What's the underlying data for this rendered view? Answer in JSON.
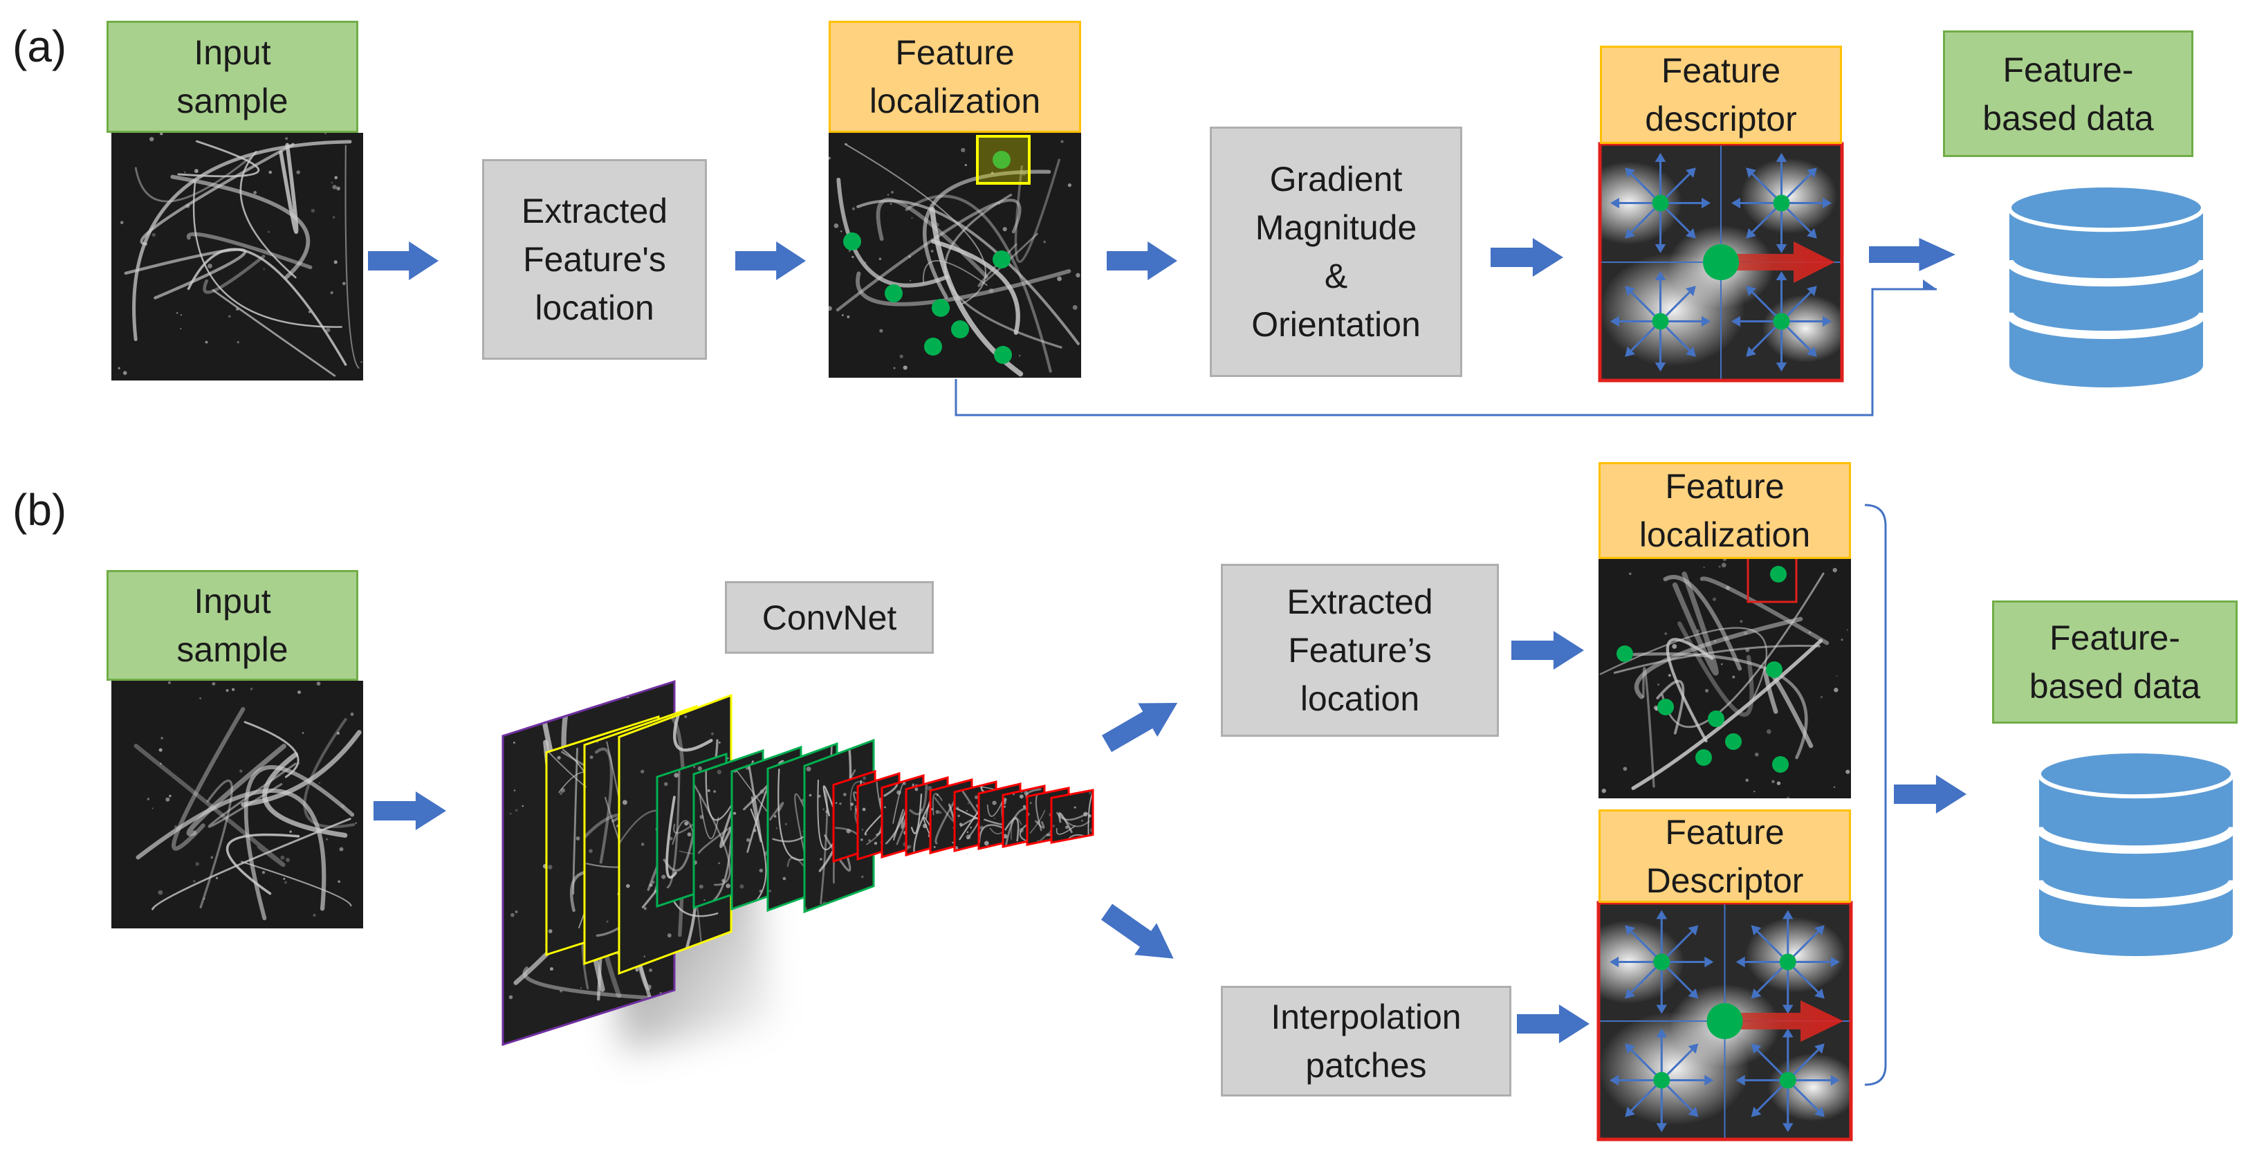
{
  "panels": {
    "a": "(a)",
    "b": "(b)"
  },
  "a": {
    "input": "Input\nsample",
    "extract": "Extracted\nFeature's\nlocation",
    "localization": "Feature\nlocalization",
    "gradient": "Gradient\nMagnitude\n&\nOrientation",
    "descriptor": "Feature\ndescriptor",
    "data": "Feature-\nbased data"
  },
  "b": {
    "input": "Input\nsample",
    "convnet": "ConvNet",
    "extract": "Extracted\nFeature’s\nlocation",
    "interp": "Interpolation\npatches",
    "localization": "Feature\nlocalization",
    "descriptor": "Feature\nDescriptor",
    "data": "Feature-\nbased data"
  },
  "colors": {
    "green_fill": "#a9d18e",
    "orange_fill": "#ffd27f",
    "gray_fill": "#d2d2d2",
    "arrow_blue": "#4472c4",
    "db_blue": "#5b9bd5",
    "keypoint_green": "#00b050",
    "descriptor_border": "#e0201c",
    "layer_purple": "#7030a0",
    "layer_yellow": "#ffff00",
    "layer_green": "#00b050",
    "layer_red": "#ff0000"
  },
  "icons": [
    "arrow-right-icon",
    "database-icon",
    "keypoint-icon",
    "gradient-arrow-icon"
  ]
}
